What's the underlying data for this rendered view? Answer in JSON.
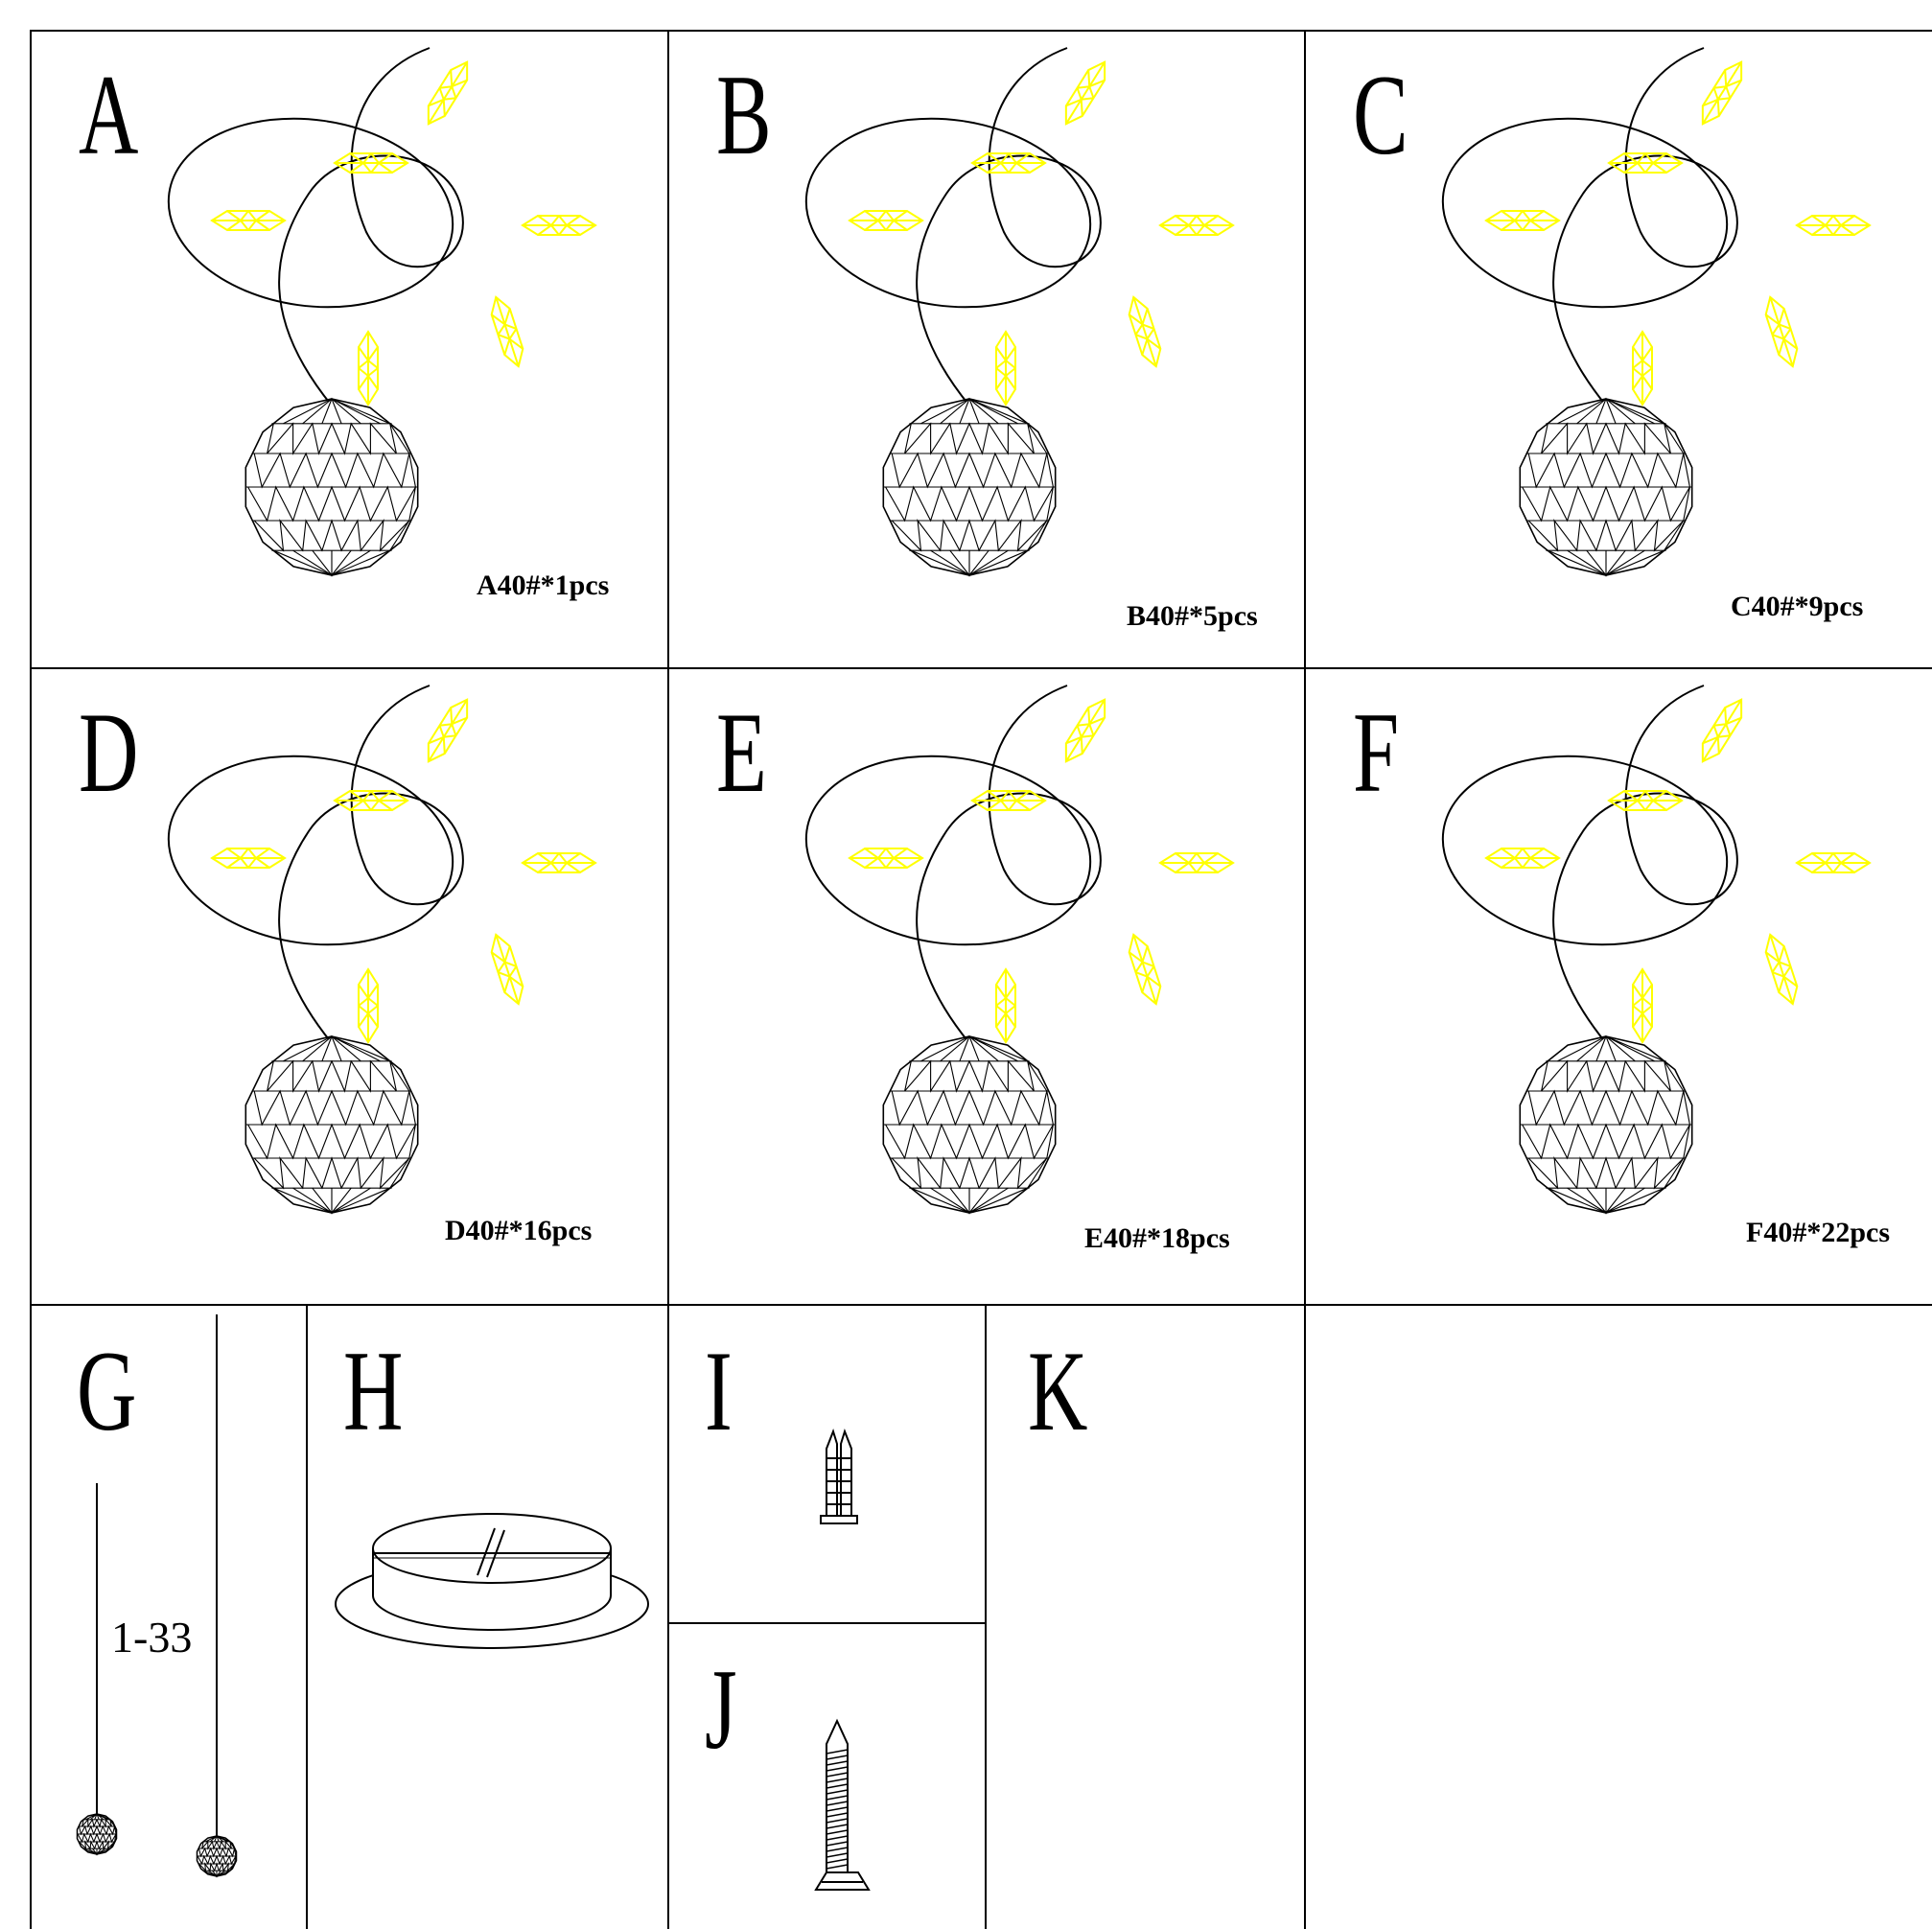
{
  "panels": [
    {
      "letter": "A",
      "code": "A40#*1pcs"
    },
    {
      "letter": "B",
      "code": "B40#*5pcs"
    },
    {
      "letter": "C",
      "code": "C40#*9pcs"
    },
    {
      "letter": "D",
      "code": "D40#*16pcs"
    },
    {
      "letter": "E",
      "code": "E40#*18pcs"
    },
    {
      "letter": "F",
      "code": "F40#*22pcs"
    }
  ],
  "bottom": {
    "g_letter": "G",
    "g_label": "1-33",
    "h_letter": "H",
    "i_letter": "I",
    "j_letter": "J",
    "k_letter": "K"
  },
  "colors": {
    "line": "#000000",
    "crystal": "#ffff00",
    "background": "#ffffff"
  }
}
